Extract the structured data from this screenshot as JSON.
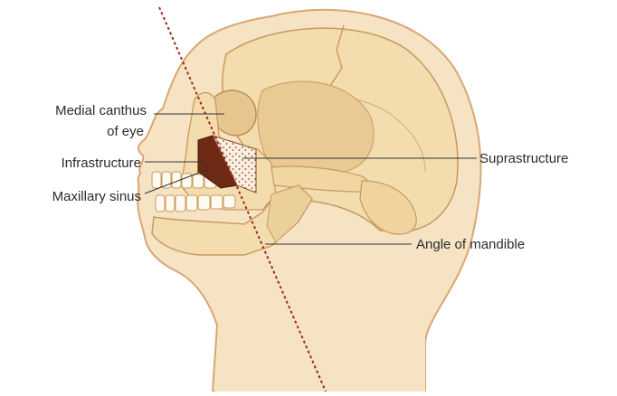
{
  "labels": {
    "medial_canthus_line1": "Medial canthus",
    "medial_canthus_line2": "of eye",
    "infrastructure": "Infrastructure",
    "maxillary_sinus": "Maxillary sinus",
    "suprastructure": "Suprastructure",
    "angle_of_mandible": "Angle of mandible"
  },
  "colors": {
    "skin_fill": "#f6e3c4",
    "skin_outline": "#d9a673",
    "bone_fill": "#f3dcae",
    "bone_shadow": "#e6c58e",
    "bone_outline": "#c79a5e",
    "infrastructure_fill": "#6e2a14",
    "suprastructure_hatch": "#8a4a2a",
    "ohngren_line": "#9b2a1c",
    "label_line": "#333333"
  }
}
